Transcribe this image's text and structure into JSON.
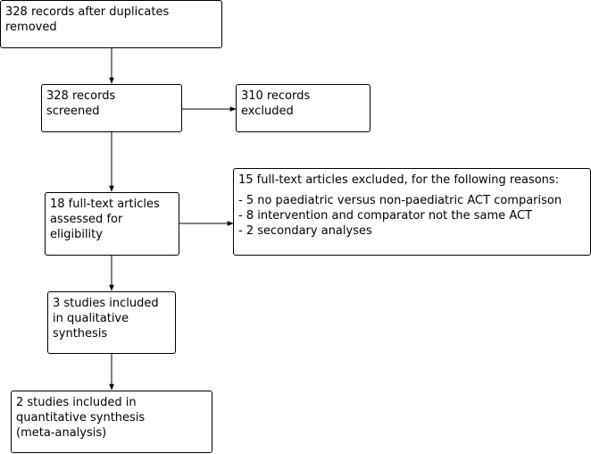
{
  "boxes": {
    "after_duplicates": "328 records after duplicates\nremoved",
    "screened": "328 records\nscreened",
    "excluded": "310 records\nexcluded",
    "fulltext": "18 full-text articles\nassessed for\neligibility",
    "qualitative": "3 studies included\nin qualitative\nsynthesis",
    "quantitative": "2 studies included in\nquantitative synthesis\n(meta-analysis)"
  },
  "fulltext_excluded": {
    "title": "15 full-text articles excluded, for the following reasons:",
    "reasons": [
      "- 5 no paediatric versus non-paediatric ACT comparison",
      "- 8 intervention and comparator not the same ACT",
      "- 2 secondary analyses"
    ]
  }
}
